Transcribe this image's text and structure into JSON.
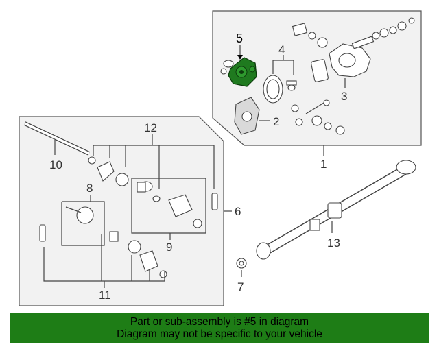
{
  "callouts": {
    "c1": "1",
    "c2": "2",
    "c3": "3",
    "c4": "4",
    "c5": "5",
    "c6": "6",
    "c7": "7",
    "c8": "8",
    "c9": "9",
    "c10": "10",
    "c11": "11",
    "c12": "12",
    "c13": "13"
  },
  "highlighted_part": "5",
  "colors": {
    "highlight": "#1f7a1f",
    "banner": "#1e7d16",
    "panel": "#f2f2f2"
  },
  "banner": {
    "line1": "Part or sub-assembly is #5 in diagram",
    "line2": "Diagram may not be specific to your vehicle"
  }
}
